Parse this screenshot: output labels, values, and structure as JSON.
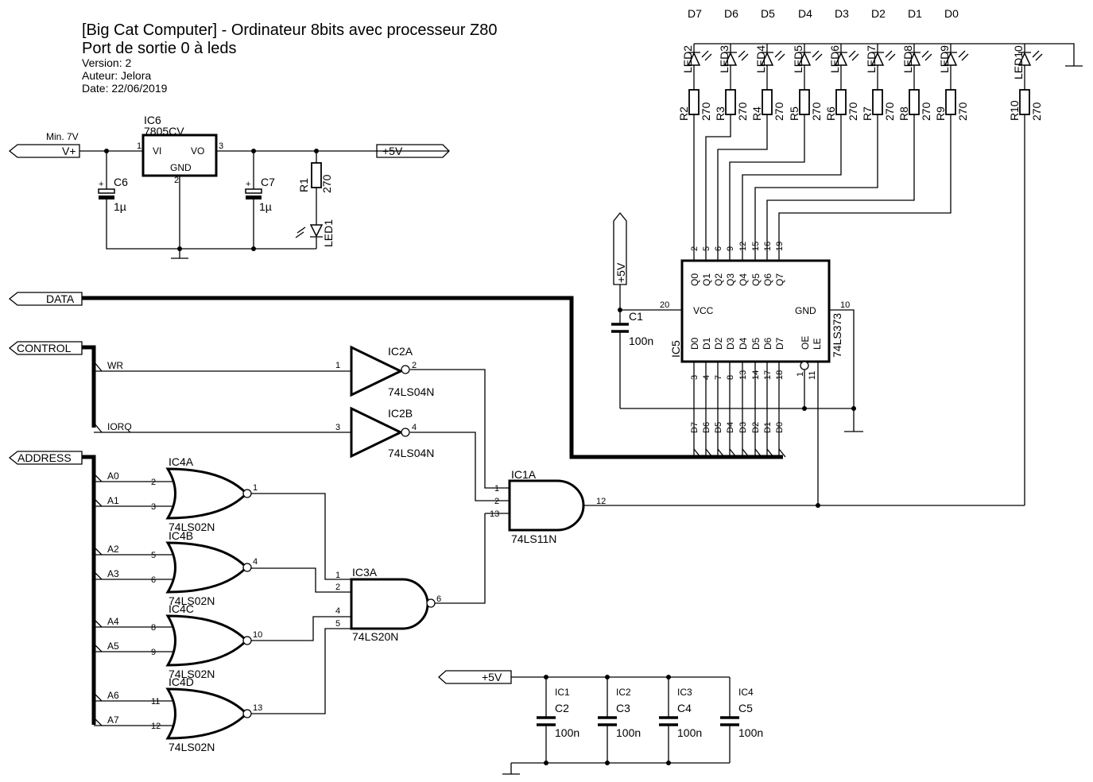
{
  "header": {
    "title": "[Big Cat Computer] - Ordinateur 8bits avec processeur Z80",
    "subtitle": "Port de sortie 0 à leds",
    "version": "Version: 2",
    "author": "Auteur: Jelora",
    "date": "Date: 22/06/2019"
  },
  "ports": {
    "vplus": "V+",
    "vplus_note": "Min. 7V",
    "plus5v_top": "+5V",
    "plus5v_vertical": "+5V",
    "plus5v_bottom": "+5V",
    "data": "DATA",
    "control": "CONTROL",
    "address": "ADDRESS"
  },
  "signals": {
    "wr": "WR",
    "iorq": "IORQ"
  },
  "address_lines": [
    "A0",
    "A1",
    "A2",
    "A3",
    "A4",
    "A5",
    "A6",
    "A7"
  ],
  "data_top_labels": [
    "D7",
    "D6",
    "D5",
    "D4",
    "D3",
    "D2",
    "D1",
    "D0"
  ],
  "data_bus_taps": [
    "D7",
    "D6",
    "D5",
    "D4",
    "D3",
    "D2",
    "D1",
    "D0"
  ],
  "leds_out": [
    "LED2",
    "LED3",
    "LED4",
    "LED5",
    "LED6",
    "LED7",
    "LED8",
    "LED9"
  ],
  "resistors_out": [
    "R2",
    "R3",
    "R4",
    "R5",
    "R6",
    "R7",
    "R8",
    "R9"
  ],
  "resistor_value": "270",
  "led10": {
    "name": "LED10",
    "res": "R10",
    "value": "270"
  },
  "regulator": {
    "name": "IC6",
    "part": "7805CV",
    "vi": "VI",
    "vo": "VO",
    "gnd": "GND",
    "pin_in": "1",
    "pin_out": "3",
    "pin_gnd": "2"
  },
  "supply_parts": {
    "c6": "C6",
    "c6_val": "1µ",
    "c7": "C7",
    "c7_val": "1µ",
    "r1": "R1",
    "r1_val": "270",
    "led1": "LED1"
  },
  "ic5": {
    "name": "IC5",
    "part": "74LS373",
    "vcc": "VCC",
    "gnd": "GND",
    "oe": "OE",
    "le": "LE",
    "vcc_pin": "20",
    "gnd_pin": "10",
    "oe_pin": "1",
    "le_pin": "11",
    "q_labels": [
      "Q0",
      "Q1",
      "Q2",
      "Q3",
      "Q4",
      "Q5",
      "Q6",
      "Q7"
    ],
    "q_pins": [
      "2",
      "5",
      "6",
      "9",
      "12",
      "15",
      "16",
      "19"
    ],
    "d_labels": [
      "D0",
      "D1",
      "D2",
      "D3",
      "D4",
      "D5",
      "D6",
      "D7"
    ],
    "d_pins": [
      "3",
      "4",
      "7",
      "8",
      "13",
      "14",
      "17",
      "18"
    ]
  },
  "c1": {
    "name": "C1",
    "value": "100n"
  },
  "ic2a": {
    "name": "IC2A",
    "part": "74LS04N",
    "pin_in": "1",
    "pin_out": "2"
  },
  "ic2b": {
    "name": "IC2B",
    "part": "74LS04N",
    "pin_in": "3",
    "pin_out": "4"
  },
  "ic1a": {
    "name": "IC1A",
    "part": "74LS11N",
    "pins_in": [
      "1",
      "2",
      "13"
    ],
    "pin_out": "12"
  },
  "ic3a": {
    "name": "IC3A",
    "part": "74LS20N",
    "pins_in": [
      "1",
      "2",
      "4",
      "5"
    ],
    "pin_out": "6"
  },
  "nor_gates": [
    {
      "name": "IC4A",
      "part": "74LS02N",
      "pin_a": "2",
      "pin_b": "3",
      "pin_out": "1"
    },
    {
      "name": "IC4B",
      "part": "74LS02N",
      "pin_a": "5",
      "pin_b": "6",
      "pin_out": "4"
    },
    {
      "name": "IC4C",
      "part": "74LS02N",
      "pin_a": "8",
      "pin_b": "9",
      "pin_out": "10"
    },
    {
      "name": "IC4D",
      "part": "74LS02N",
      "pin_a": "11",
      "pin_b": "12",
      "pin_out": "13"
    }
  ],
  "decoupling": [
    {
      "ic": "IC1",
      "cap": "C2",
      "value": "100n"
    },
    {
      "ic": "IC2",
      "cap": "C3",
      "value": "100n"
    },
    {
      "ic": "IC3",
      "cap": "C4",
      "value": "100n"
    },
    {
      "ic": "IC4",
      "cap": "C5",
      "value": "100n"
    }
  ]
}
